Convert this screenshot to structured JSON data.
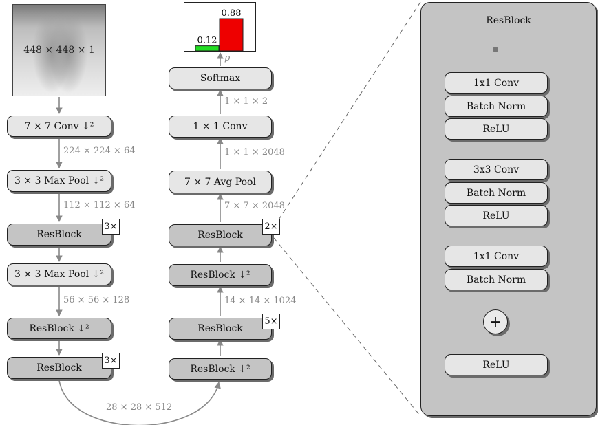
{
  "input": {
    "label": "448 × 448 × 1"
  },
  "encoder": [
    {
      "label": "7 × 7 Conv ↓²"
    },
    {
      "label": "3 × 3 Max Pool ↓²"
    },
    {
      "label": "ResBlock",
      "badge": "3×"
    },
    {
      "label": "3 × 3 Max Pool ↓²"
    },
    {
      "label": "ResBlock ↓²"
    },
    {
      "label": "ResBlock",
      "badge": "3×"
    }
  ],
  "left_dims": [
    "224 × 224 × 64",
    "112 × 112 × 64",
    "56 × 56 × 128"
  ],
  "bridge_dim": "28 × 28 × 512",
  "decoder": [
    {
      "label": "ResBlock ↓²"
    },
    {
      "label": "ResBlock",
      "badge": "5×"
    },
    {
      "label": "ResBlock ↓²"
    },
    {
      "label": "ResBlock",
      "badge": "2×"
    },
    {
      "label": "7 × 7 Avg Pool"
    },
    {
      "label": "1 × 1 Conv"
    },
    {
      "label": "Softmax"
    }
  ],
  "right_dims": [
    "14 × 14 × 1024",
    "7 × 7 × 2048",
    "1 × 1 × 2048",
    "1 × 1 × 2"
  ],
  "output_var": "p",
  "chart_data": {
    "type": "bar",
    "categories": [
      "",
      ""
    ],
    "values": [
      0.12,
      0.88
    ],
    "colors": [
      "#22dd22",
      "#ee0000"
    ],
    "ylim": [
      0,
      1
    ],
    "title": "",
    "xlabel": "",
    "ylabel": ""
  },
  "resblock_panel": {
    "title": "ResBlock",
    "groups": [
      [
        "1x1 Conv",
        "Batch Norm",
        "ReLU"
      ],
      [
        "3x3 Conv",
        "Batch Norm",
        "ReLU"
      ],
      [
        "1x1 Conv",
        "Batch Norm"
      ]
    ],
    "add_symbol": "+",
    "final": "ReLU"
  }
}
